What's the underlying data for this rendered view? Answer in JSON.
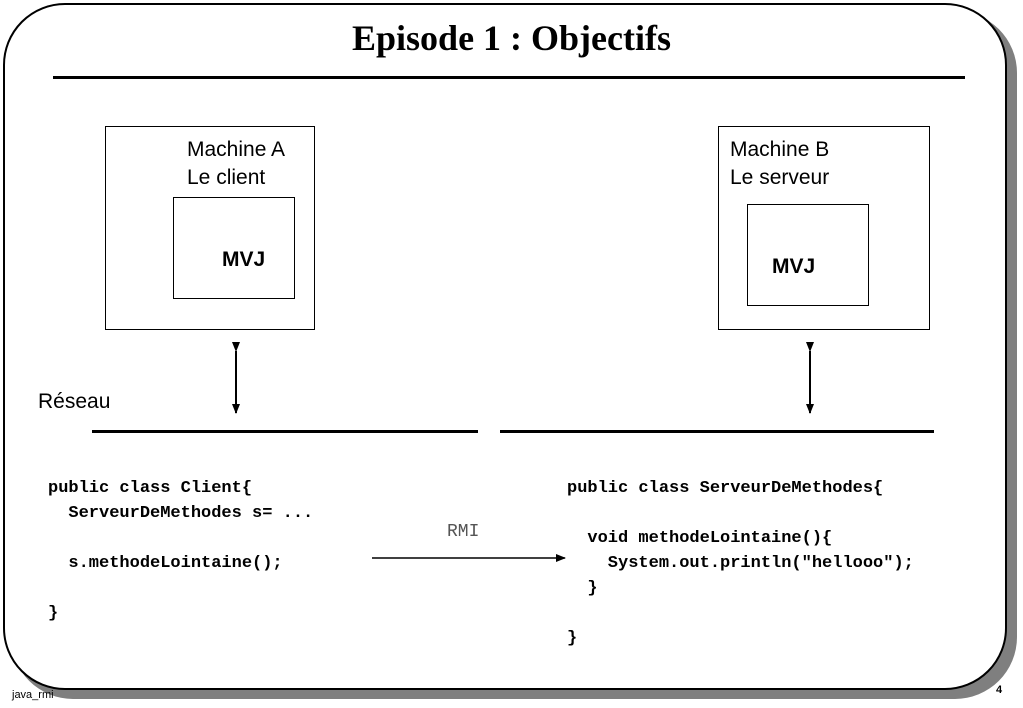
{
  "slide": {
    "title": "Episode 1 : Objectifs",
    "footer_left": "java_rmi",
    "page_number": "4"
  },
  "machine_a": {
    "line1": "Machine A",
    "line2": "Le client",
    "vm": "MVJ"
  },
  "machine_b": {
    "line1": "Machine B",
    "line2": "Le serveur",
    "vm": "MVJ"
  },
  "network_label": "Réseau",
  "rmi_label": "RMI",
  "client_code": "public class Client{\n  ServeurDeMethodes s= ...\n\n  s.methodeLointaine();\n\n}",
  "server_code": "public class ServeurDeMethodes{\n\n  void methodeLointaine(){\n    System.out.println(\"hellooo\");\n  }\n\n}"
}
